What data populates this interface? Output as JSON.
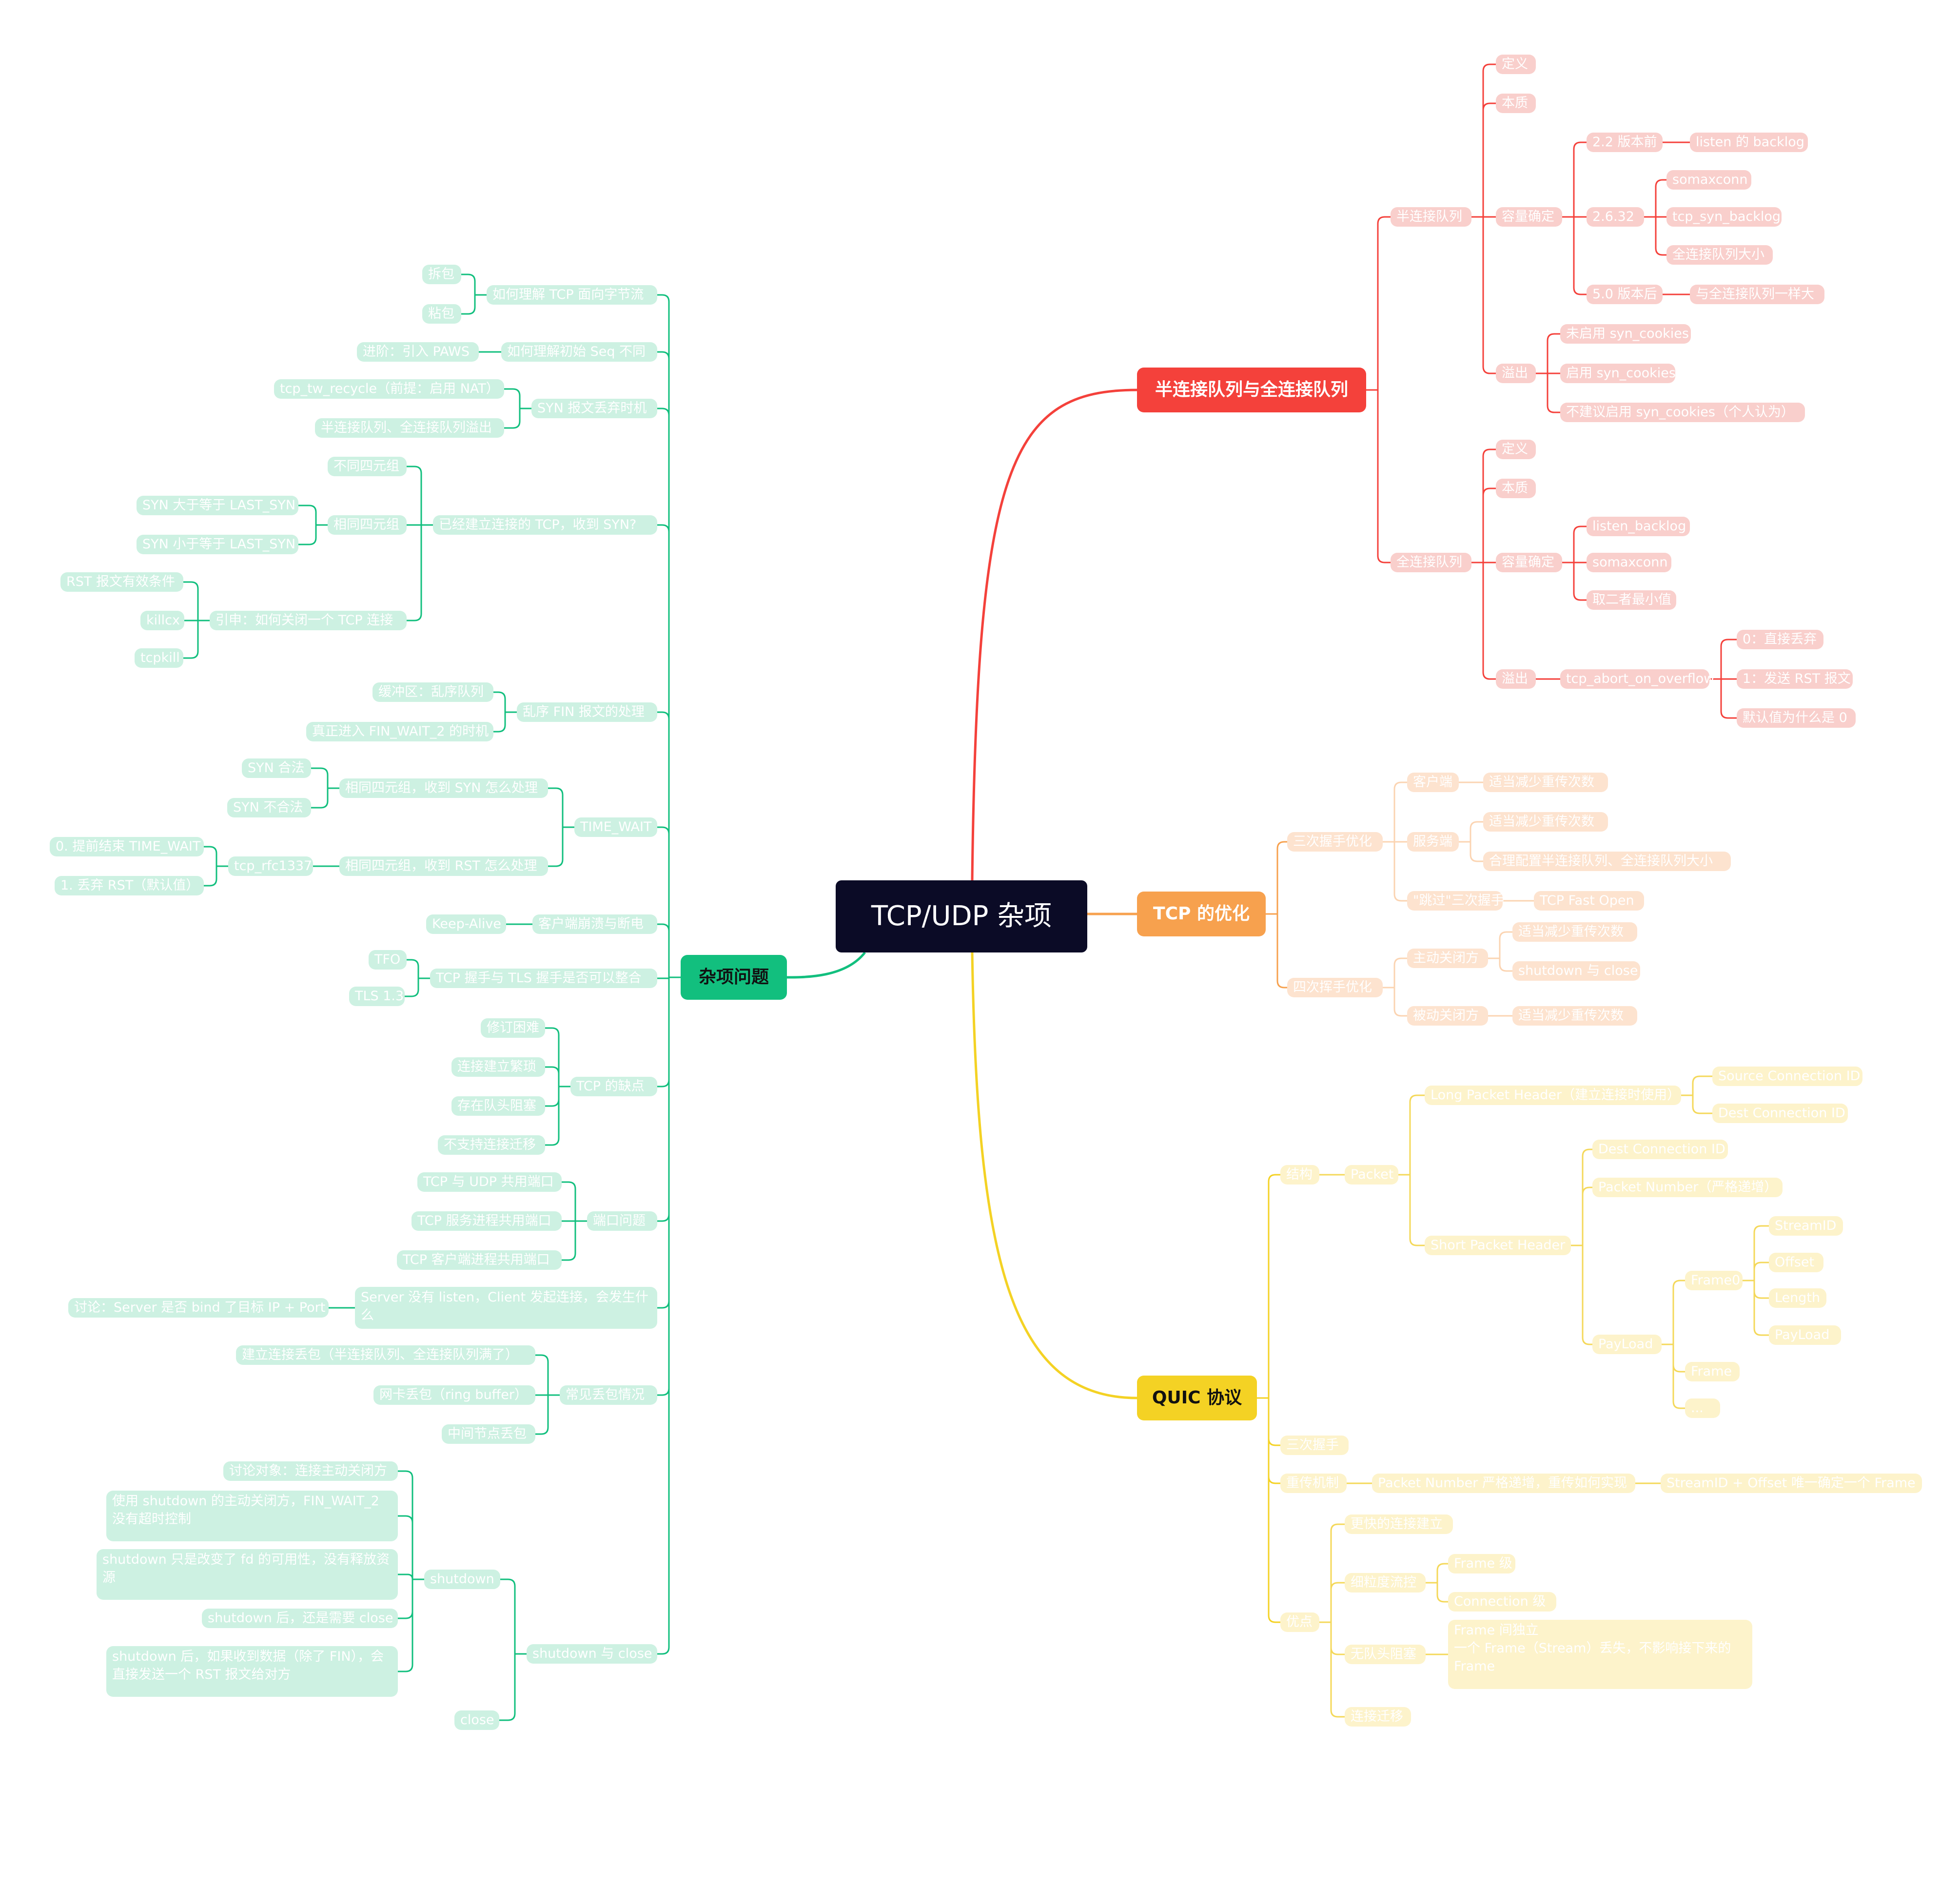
{
  "root": {
    "label": "TCP/UDP 杂项"
  },
  "colors": {
    "red": "#f4413b",
    "orange": "#f7a14e",
    "yellow": "#f4d224",
    "green": "#12bf7e",
    "root_bg": "#0b0b26"
  },
  "branches": {
    "queues": {
      "label": "半连接队列与全连接队列",
      "half": {
        "label": "半连接队列",
        "definition": "定义",
        "essence": "本质",
        "capacity": {
          "label": "容量确定",
          "v22": {
            "label": "2.2 版本前",
            "child": "listen 的 backlog"
          },
          "v2632": {
            "label": "2.6.32",
            "children": [
              "somaxconn",
              "tcp_syn_backlog",
              "全连接队列大小"
            ]
          },
          "v50": {
            "label": "5.0 版本后",
            "child": "与全连接队列一样大"
          }
        },
        "overflow": {
          "label": "溢出",
          "children": [
            "未启用 syn_cookies",
            "启用 syn_cookies",
            "不建议启用 syn_cookies（个人认为）"
          ]
        }
      },
      "full": {
        "label": "全连接队列",
        "definition": "定义",
        "essence": "本质",
        "capacity": {
          "label": "容量确定",
          "children": [
            "listen_backlog",
            "somaxconn",
            "取二者最小值"
          ]
        },
        "overflow": {
          "label": "溢出",
          "abort": {
            "label": "tcp_abort_on_overflow",
            "children": [
              "0：直接丢弃",
              "1：发送 RST 报文",
              "默认值为什么是 0"
            ]
          }
        }
      }
    },
    "optimize": {
      "label": "TCP 的优化",
      "handshake3": {
        "label": "三次握手优化",
        "client": {
          "label": "客户端",
          "child": "适当减少重传次数"
        },
        "server": {
          "label": "服务端",
          "children": [
            "适当减少重传次数",
            "合理配置半连接队列、全连接队列大小"
          ]
        },
        "skip": {
          "label": "\"跳过\"三次握手",
          "child": "TCP Fast Open"
        }
      },
      "handshake4": {
        "label": "四次挥手优化",
        "active": {
          "label": "主动关闭方",
          "children": [
            "适当减少重传次数",
            "shutdown 与 close"
          ]
        },
        "passive": {
          "label": "被动关闭方",
          "child": "适当减少重传次数"
        }
      }
    },
    "quic": {
      "label": "QUIC 协议",
      "structure": {
        "label": "结构",
        "packet": {
          "label": "Packet",
          "long": {
            "label": "Long Packet Header（建立连接时使用）",
            "children": [
              "Source Connection ID",
              "Dest Connection ID"
            ]
          },
          "short": {
            "label": "Short Packet Header",
            "dest": "Dest Connection ID",
            "pn": "Packet Number（严格递增）",
            "payload": {
              "label": "PayLoad",
              "frame0": {
                "label": "Frame0",
                "children": [
                  "StreamID",
                  "Offset",
                  "Length",
                  "PayLoad"
                ]
              },
              "frame": "Frame",
              "dots": "..."
            }
          }
        }
      },
      "handshake": "三次握手",
      "retransmit": {
        "label": "重传机制",
        "pn": "Packet Number 严格递增，重传如何实现",
        "stream": "StreamID + Offset 唯一确定一个 Frame"
      },
      "advantages": {
        "label": "优点",
        "fast": "更快的连接建立",
        "flow": {
          "label": "细粒度流控",
          "children": [
            "Frame 级",
            "Connection 级"
          ]
        },
        "hol": {
          "label": "无队头阻塞",
          "note": "Frame 间独立\n一个 Frame（Stream）丢失，不影响接下来的 Frame"
        },
        "migration": "连接迁移"
      }
    },
    "misc": {
      "label": "杂项问题",
      "bytestream": {
        "label": "如何理解 TCP 面向字节流",
        "children": [
          "拆包",
          "粘包"
        ]
      },
      "seq": {
        "label": "如何理解初始 Seq 不同",
        "child": "进阶：引入 PAWS"
      },
      "syndrop": {
        "label": "SYN 报文丢弃时机",
        "children": [
          "tcp_tw_recycle（前提：启用 NAT）",
          "半连接队列、全连接队列溢出"
        ]
      },
      "established": {
        "label": "已经建立连接的 TCP，收到 SYN?",
        "diff": "不同四元组",
        "same": {
          "label": "相同四元组",
          "children": [
            "SYN 大于等于 LAST_SYN",
            "SYN 小于等于 LAST_SYN"
          ]
        },
        "close": {
          "label": "引申：如何关闭一个 TCP 连接",
          "children": [
            "RST 报文有效条件",
            "killcx",
            "tcpkill"
          ]
        }
      },
      "fin": {
        "label": "乱序 FIN 报文的处理",
        "children": [
          "缓冲区：乱序队列",
          "真正进入 FIN_WAIT_2 的时机"
        ]
      },
      "timewait": {
        "label": "TIME_WAIT",
        "syn": {
          "label": "相同四元组，收到 SYN 怎么处理",
          "children": [
            "SYN 合法",
            "SYN 不合法"
          ]
        },
        "rst": {
          "label": "相同四元组，收到 RST 怎么处理",
          "rfc": {
            "label": "tcp_rfc1337",
            "children": [
              "0. 提前结束 TIME_WAIT",
              "1. 丢弃 RST（默认值）"
            ]
          }
        }
      },
      "crash": {
        "label": "客户端崩溃与断电",
        "child": "Keep-Alive"
      },
      "tls": {
        "label": "TCP 握手与 TLS 握手是否可以整合",
        "children": [
          "TFO",
          "TLS 1.3"
        ]
      },
      "cons": {
        "label": "TCP 的缺点",
        "children": [
          "修订困难",
          "连接建立繁琐",
          "存在队头阻塞",
          "不支持连接迁移"
        ]
      },
      "ports": {
        "label": "端口问题",
        "children": [
          "TCP 与 UDP 共用端口",
          "TCP 服务进程共用端口",
          "TCP 客户端进程共用端口"
        ]
      },
      "nolisten": {
        "label": "Server 没有 listen，Client 发起连接，会发生什么",
        "child": "讨论：Server 是否 bind 了目标 IP + Port"
      },
      "loss": {
        "label": "常见丢包情况",
        "children": [
          "建立连接丢包（半连接队列、全连接队列满了）",
          "网卡丢包（ring buffer）",
          "中间节点丢包"
        ]
      },
      "shutdown": {
        "label": "shutdown 与 close",
        "sd": {
          "label": "shutdown",
          "children": [
            "讨论对象：连接主动关闭方",
            "使用 shutdown 的主动关闭方，FIN_WAIT_2 没有超时控制",
            "shutdown 只是改变了 fd 的可用性，没有释放资源",
            "shutdown 后，还是需要 close",
            "shutdown 后，如果收到数据（除了 FIN），会直接发送一个 RST 报文给对方"
          ]
        },
        "close": "close"
      }
    }
  }
}
